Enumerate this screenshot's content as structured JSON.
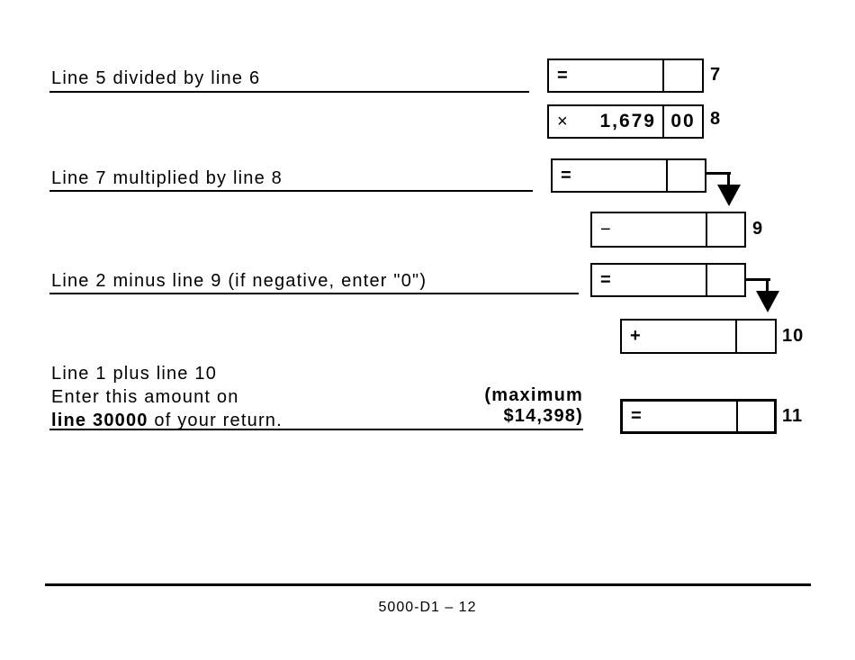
{
  "colors": {
    "ink": "#000000",
    "background": "#ffffff"
  },
  "sections": {
    "row1": {
      "label": "Line 5 divided by line 6",
      "box": {
        "operator": "=",
        "amount": "",
        "cents": ""
      },
      "line_number": "7"
    },
    "row2": {
      "box": {
        "operator": "×",
        "amount": "1,679",
        "cents": "00"
      },
      "line_number": "8"
    },
    "row3": {
      "label": "Line 7 multiplied by line 8",
      "box": {
        "operator": "=",
        "amount": "",
        "cents": ""
      }
    },
    "row4": {
      "box": {
        "operator": "−",
        "amount": "",
        "cents": ""
      },
      "line_number": "9"
    },
    "row5": {
      "label": "Line 2 minus line 9 (if negative, enter \"0\")",
      "box": {
        "operator": "=",
        "amount": "",
        "cents": ""
      }
    },
    "row6": {
      "box": {
        "operator": "+",
        "amount": "",
        "cents": ""
      },
      "line_number": "10"
    },
    "row7": {
      "label_line1": "Line 1 plus line 10",
      "label_line2": "Enter this amount on",
      "label_line3_bold": "line 30000",
      "label_line3_rest": " of your return.",
      "maximum_line1": "(maximum",
      "maximum_line2": "$14,398)",
      "box": {
        "operator": "=",
        "amount": "",
        "cents": ""
      },
      "line_number": "11"
    }
  },
  "footer": {
    "page_code": "5000-D1 – 12"
  }
}
